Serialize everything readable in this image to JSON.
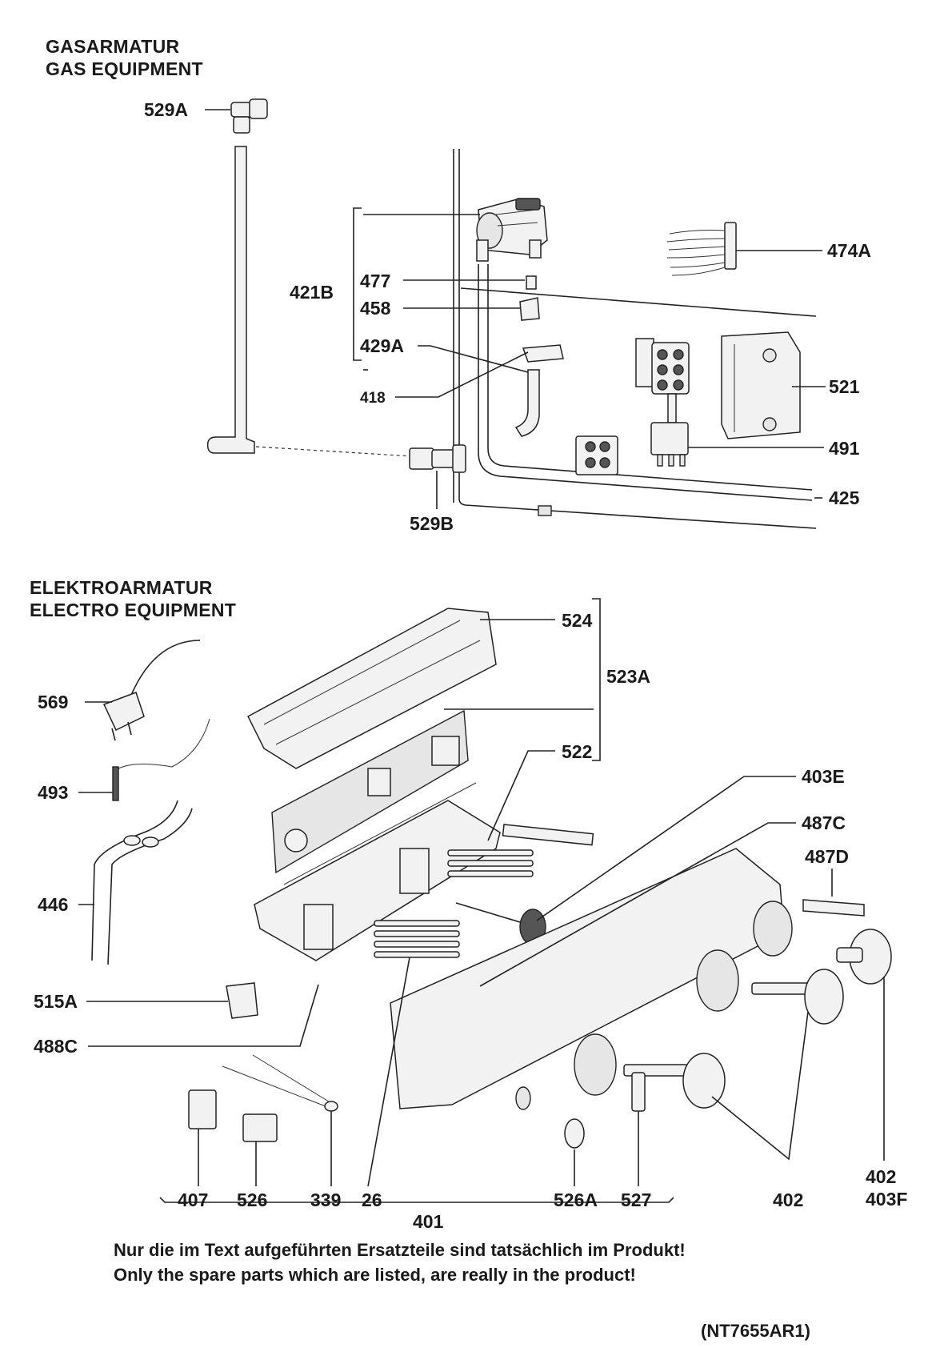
{
  "sections": {
    "gas": {
      "title_de": "GASARMATUR",
      "title_en": "GAS EQUIPMENT"
    },
    "electro": {
      "title_de": "ELEKTROARMATUR",
      "title_en": "ELECTRO EQUIPMENT"
    }
  },
  "labels": {
    "p529A": "529A",
    "p421B": "421B",
    "p477": "477",
    "p458": "458",
    "p429A": "429A",
    "p418": "418",
    "p474A": "474A",
    "p521": "521",
    "p491": "491",
    "p425": "425",
    "p529B": "529B",
    "p524": "524",
    "p523A": "523A",
    "p522": "522",
    "p569": "569",
    "p493": "493",
    "p446": "446",
    "p515A": "515A",
    "p488C": "488C",
    "p403E": "403E",
    "p487C": "487C",
    "p487D": "487D",
    "p402a": "402",
    "p402b": "402",
    "p403F": "403F",
    "p407": "407",
    "p526": "526",
    "p339": "339",
    "p26": "26",
    "p526A": "526A",
    "p527": "527",
    "p401": "401"
  },
  "footer": {
    "note_de": "Nur die im Text aufgeführten Ersatzteile sind tatsächlich im Produkt!",
    "note_en": "Only the spare parts which are listed, are really in the product!",
    "drawing_code": "(NT7655AR1)"
  }
}
